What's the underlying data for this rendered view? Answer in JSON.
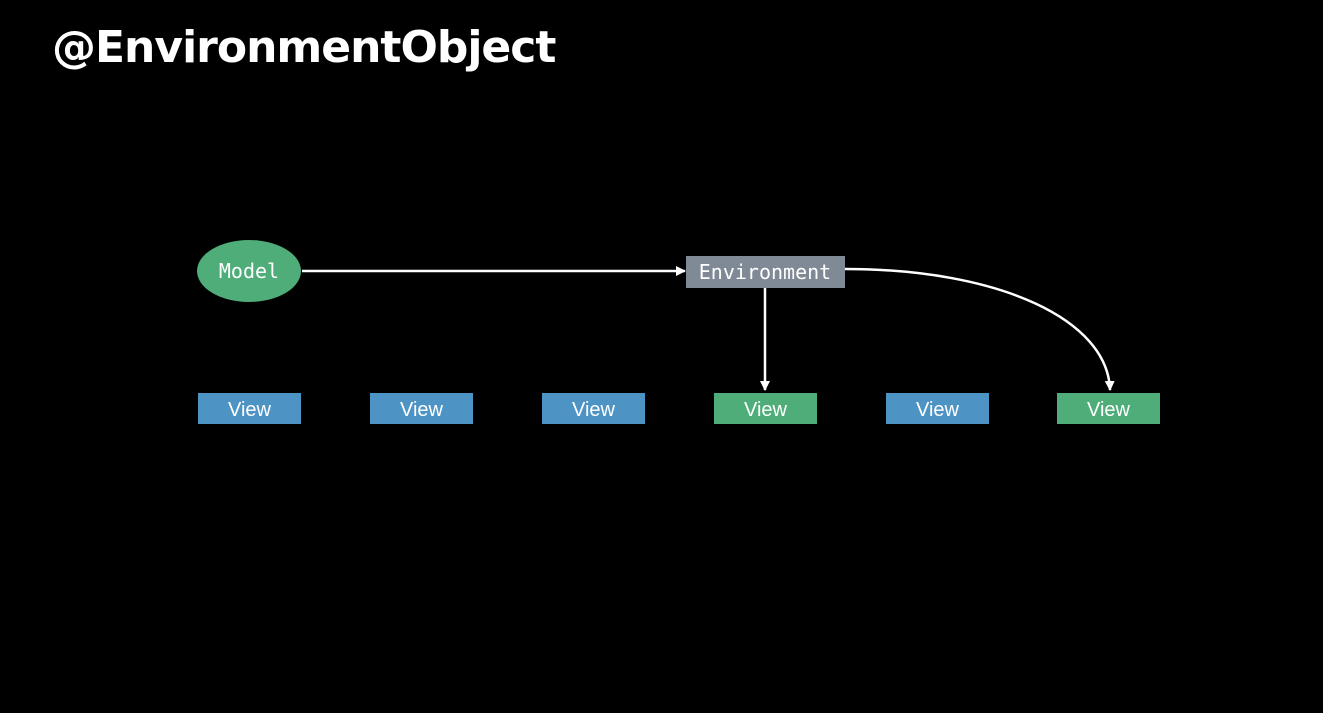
{
  "slide": {
    "title": "@EnvironmentObject"
  },
  "diagram": {
    "model": {
      "label": "Model"
    },
    "environment": {
      "label": "Environment"
    },
    "views": [
      {
        "label": "View",
        "state": "unsubscribed"
      },
      {
        "label": "View",
        "state": "unsubscribed"
      },
      {
        "label": "View",
        "state": "unsubscribed"
      },
      {
        "label": "View",
        "state": "subscribed"
      },
      {
        "label": "View",
        "state": "unsubscribed"
      },
      {
        "label": "View",
        "state": "subscribed"
      }
    ]
  },
  "colors": {
    "background": "#000000",
    "model": "#4ead79",
    "environment": "#7f8a96",
    "view_default": "#4d93c3",
    "view_subscribed": "#4ead79",
    "arrow": "#ffffff",
    "text": "#ffffff"
  }
}
